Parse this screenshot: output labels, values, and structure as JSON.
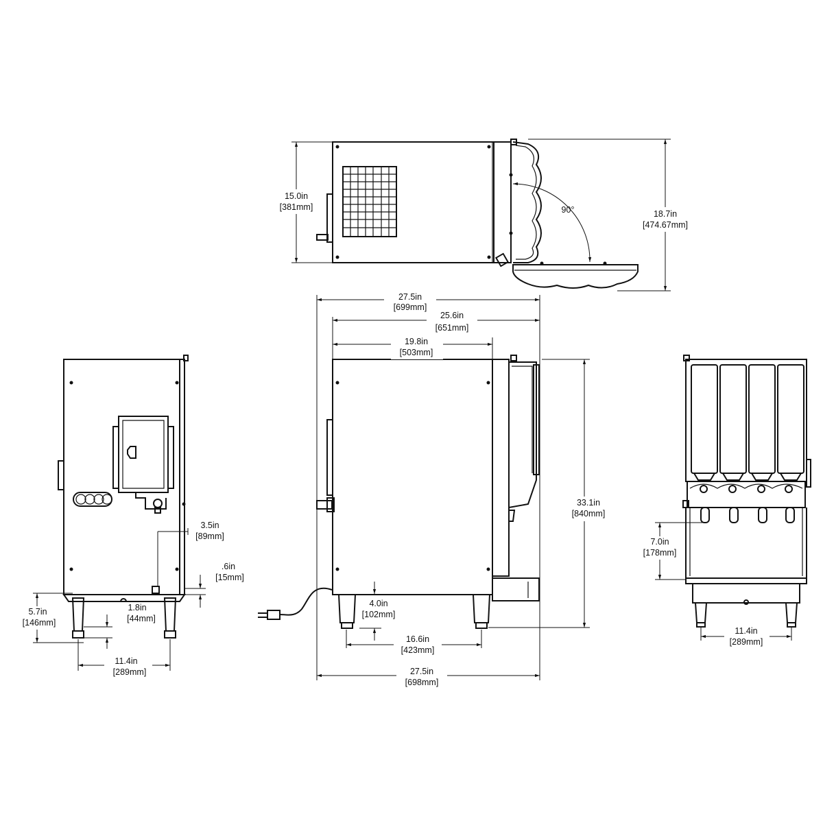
{
  "dimensions": {
    "top_depth_in": "15.0in",
    "top_depth_mm": "[381mm]",
    "top_width_in": "18.7in",
    "top_width_mm": "[474.67mm]",
    "door_angle": "90°",
    "overall_depth1_in": "27.5in",
    "overall_depth1_mm": "[699mm]",
    "depth2_in": "25.6in",
    "depth2_mm": "[651mm]",
    "cabinet_depth_in": "19.8in",
    "cabinet_depth_mm": "[503mm]",
    "height_in": "33.1in",
    "height_mm": "[840mm]",
    "leg_height_in": "4.0in",
    "leg_height_mm": "[102mm]",
    "leg_spacing_side_in": "16.6in",
    "leg_spacing_side_mm": "[423mm]",
    "overall_depth2_in": "27.5in",
    "overall_depth2_mm": "[698mm]",
    "back_drain_offset_in": "3.5in",
    "back_drain_offset_mm": "[89mm]",
    "back_drain_height_in": ".6in",
    "back_drain_height_mm": "[15mm]",
    "back_foot_height_in": "5.7in",
    "back_foot_height_mm": "[146mm]",
    "back_foot_adjust_in": "1.8in",
    "back_foot_adjust_mm": "[44mm]",
    "back_leg_spacing_in": "11.4in",
    "back_leg_spacing_mm": "[289mm]",
    "front_nozzle_clear_in": "7.0in",
    "front_nozzle_clear_mm": "[178mm]",
    "front_leg_spacing_in": "11.4in",
    "front_leg_spacing_mm": "[289mm]"
  }
}
